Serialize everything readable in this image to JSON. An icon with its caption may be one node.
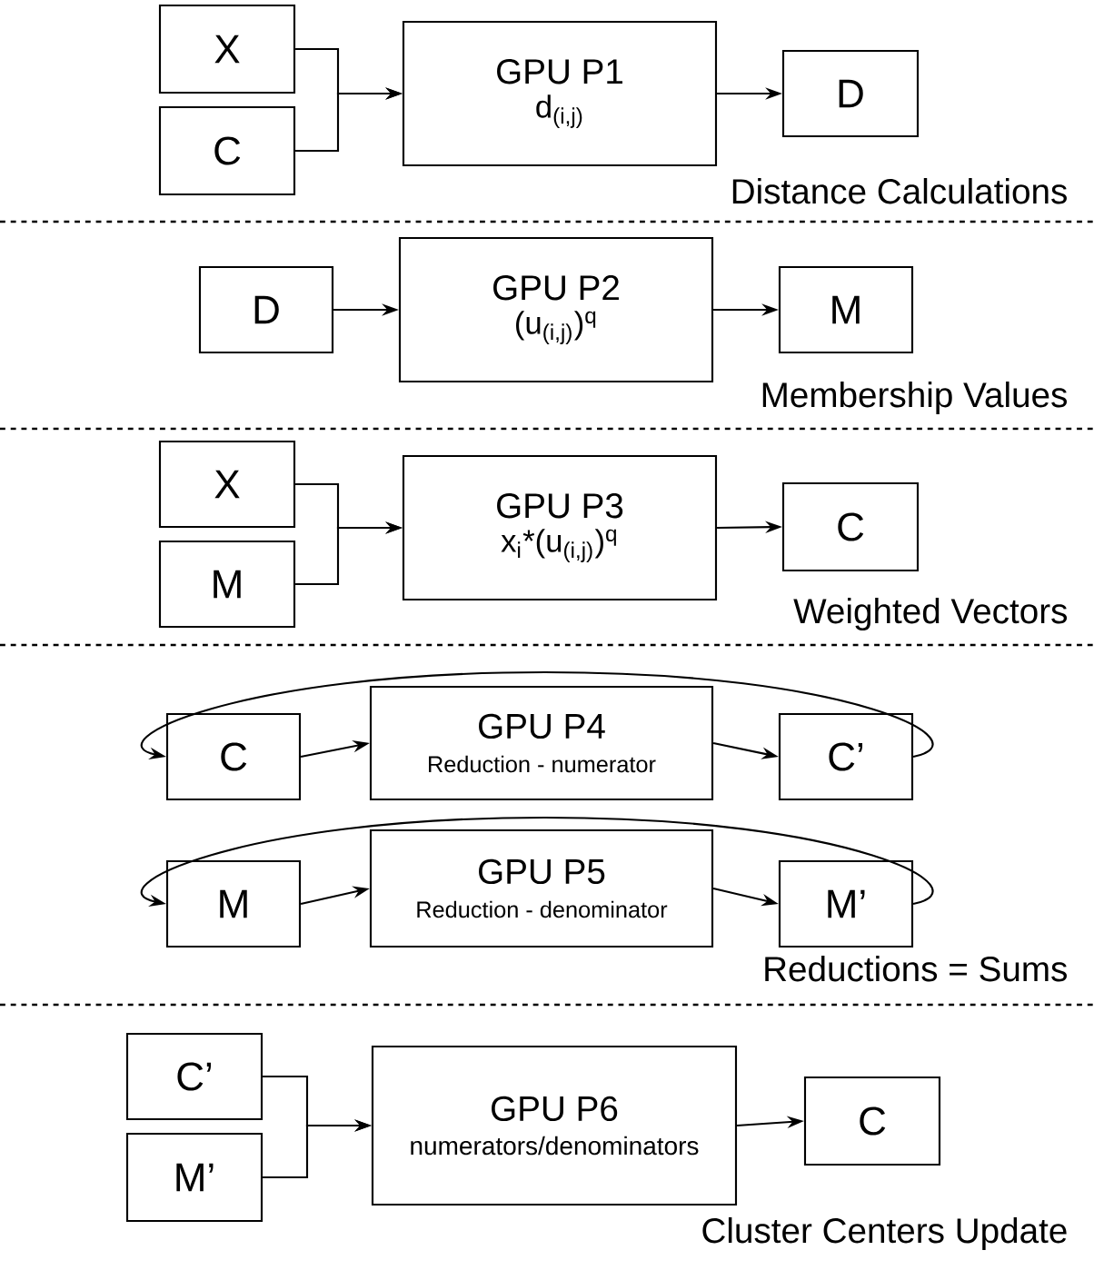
{
  "diagram": {
    "nodes": [
      {
        "text": [
          "X"
        ]
      },
      {
        "text": [
          "C"
        ]
      },
      {
        "text": [
          "GPU P1",
          "d$_{(i,j)}$"
        ]
      },
      {
        "text": [
          "D"
        ]
      },
      {
        "text": [
          "D"
        ]
      },
      {
        "text": [
          "GPU P2",
          "(u$_{(i,j)}$)$^{q}$"
        ]
      },
      {
        "text": [
          "M"
        ]
      },
      {
        "text": [
          "X"
        ]
      },
      {
        "text": [
          "M"
        ]
      },
      {
        "text": [
          "GPU P3",
          "x$_{i}$*(u$_{(i,j)}$)$^{q}$"
        ]
      },
      {
        "text": [
          "C"
        ]
      },
      {
        "text": [
          "C"
        ]
      },
      {
        "text": [
          "GPU P4",
          "Reduction - numerator"
        ]
      },
      {
        "text": [
          "C’"
        ]
      },
      {
        "text": [
          "M"
        ]
      },
      {
        "text": [
          "GPU P5",
          "Reduction - denominator"
        ]
      },
      {
        "text": [
          "M’"
        ]
      },
      {
        "text": [
          "C’"
        ]
      },
      {
        "text": [
          "M’"
        ]
      },
      {
        "text": [
          "GPU P6",
          "numerators/denominators"
        ]
      },
      {
        "text": [
          "C"
        ]
      }
    ],
    "edges": [
      {
        "from": 0,
        "to": 2,
        "arrow": "to"
      },
      {
        "from": 1,
        "to": 2,
        "arrow": "to"
      },
      {
        "from": 2,
        "to": 3,
        "arrow": "to"
      },
      {
        "from": 4,
        "to": 5,
        "arrow": "to"
      },
      {
        "from": 5,
        "to": 6,
        "arrow": "to"
      },
      {
        "from": 7,
        "to": 9,
        "arrow": "to"
      },
      {
        "from": 8,
        "to": 9,
        "arrow": "to"
      },
      {
        "from": 9,
        "to": 10,
        "arrow": "to"
      },
      {
        "from": 11,
        "to": 12,
        "arrow": "to"
      },
      {
        "from": 12,
        "to": 13,
        "arrow": "to"
      },
      {
        "from": 13,
        "to": 11,
        "arrow": "to"
      },
      {
        "from": 14,
        "to": 15,
        "arrow": "to"
      },
      {
        "from": 15,
        "to": 16,
        "arrow": "to"
      },
      {
        "from": 16,
        "to": 14,
        "arrow": "to"
      },
      {
        "from": 17,
        "to": 19,
        "arrow": "to"
      },
      {
        "from": 18,
        "to": 19,
        "arrow": "to"
      },
      {
        "from": 19,
        "to": 20,
        "arrow": "to"
      }
    ],
    "labels": [
      "Distance Calculations",
      "Membership Values",
      "Weighted Vectors",
      "Reductions = Sums",
      "Cluster Centers Update"
    ]
  }
}
